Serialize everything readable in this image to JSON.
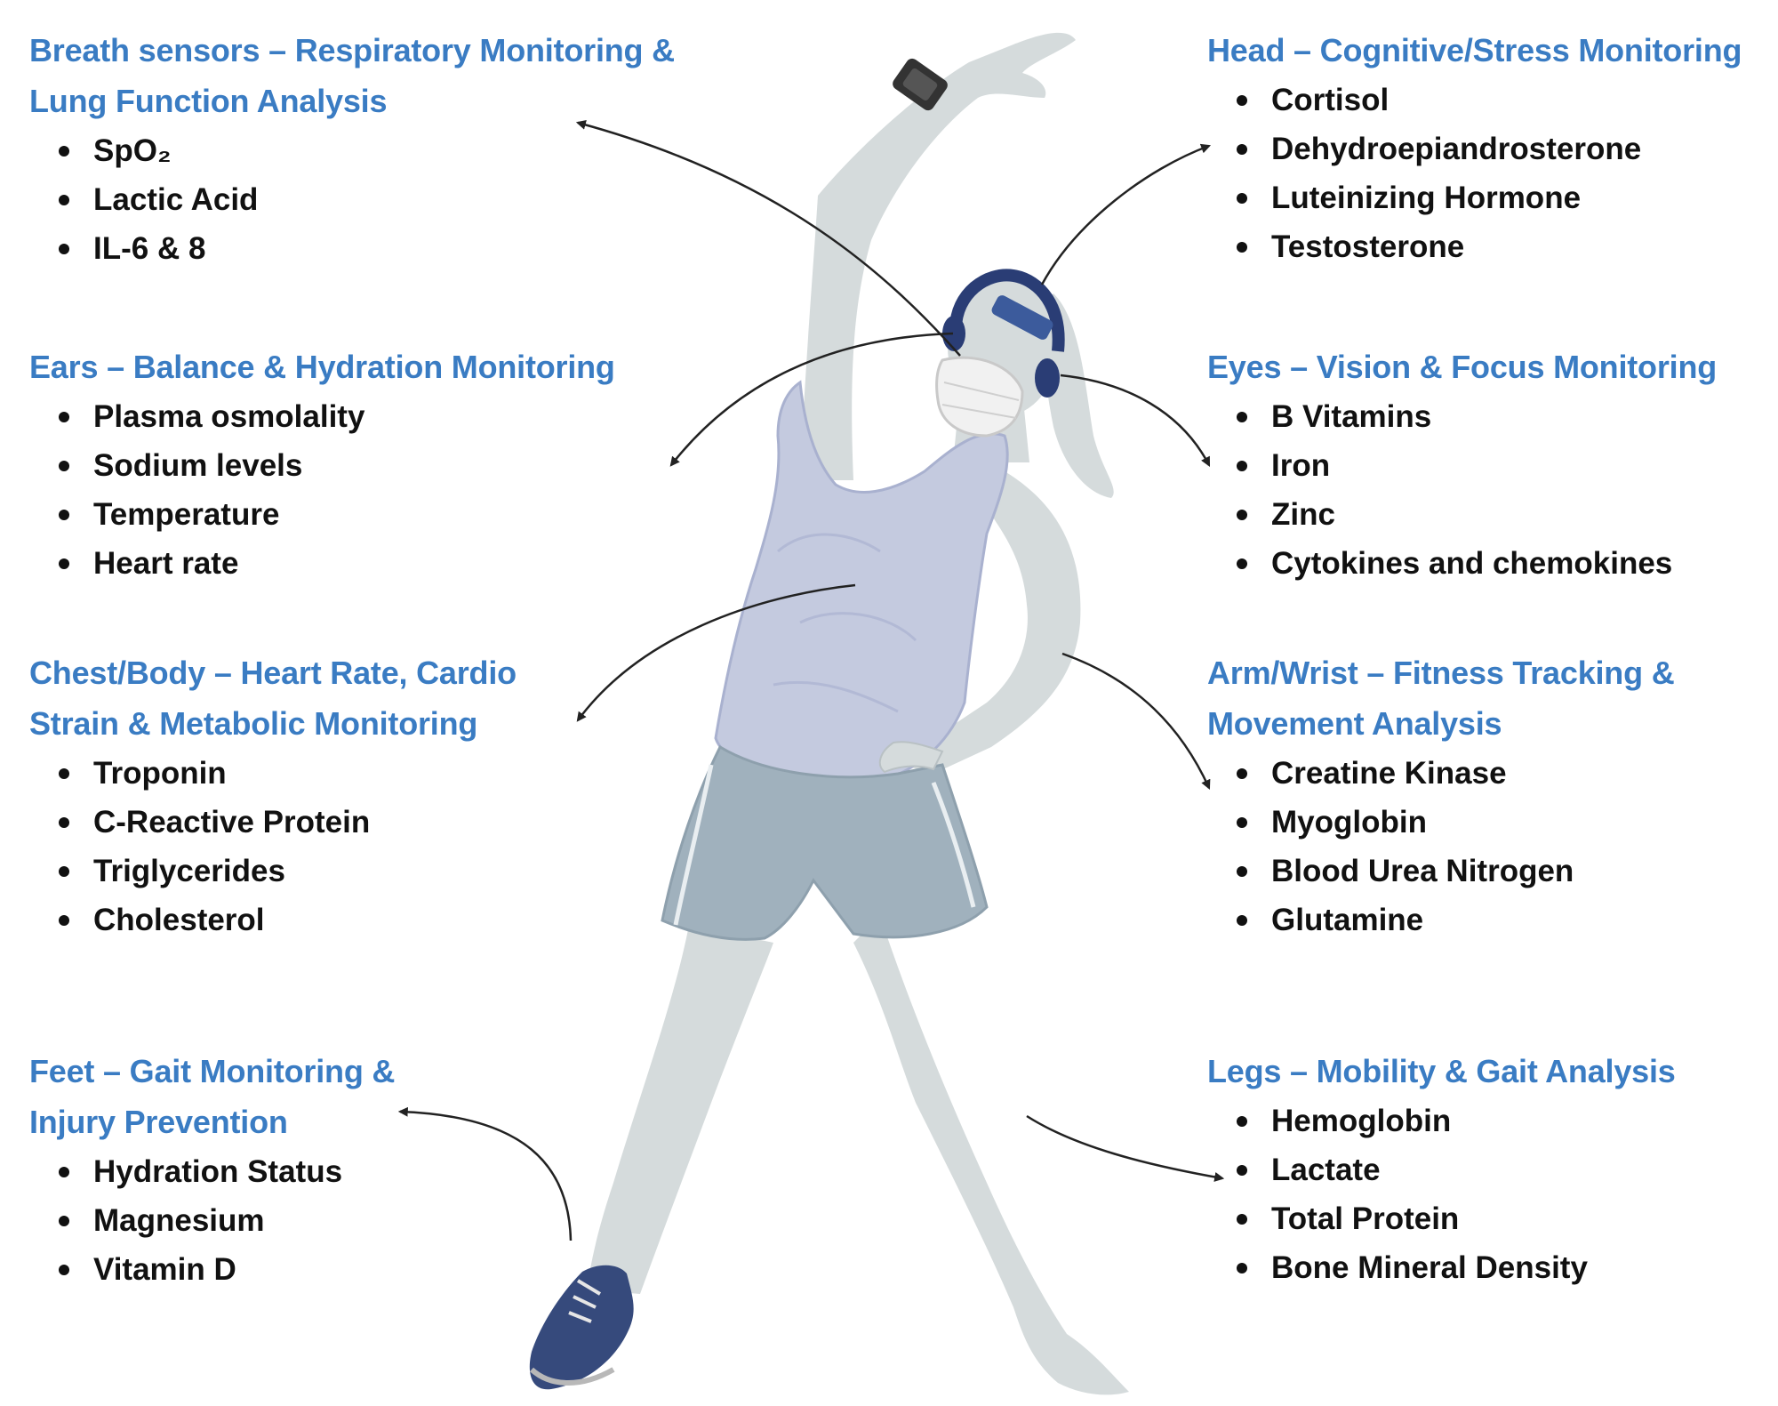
{
  "colors": {
    "heading": "#3a7cc3",
    "text": "#111111",
    "body": "#d5dbdc",
    "tank_top": "#c4cadf",
    "shorts": "#a0b1bd",
    "headset": "#2a3d75",
    "shoe": "#364a7c",
    "arrow": "#222222"
  },
  "icons": [
    "smartwatch-icon",
    "headset-icon",
    "face-mask-icon",
    "sneaker-icon"
  ],
  "panels": {
    "breath": {
      "title_line1": "Breath sensors – Respiratory Monitoring &",
      "title_line2": "Lung Function Analysis",
      "items": [
        "SpO₂",
        "Lactic Acid",
        "IL-6 & 8"
      ]
    },
    "ears": {
      "title_line1": "Ears – Balance & Hydration Monitoring",
      "items": [
        "Plasma osmolality",
        "Sodium levels",
        "Temperature",
        "Heart rate"
      ]
    },
    "chest": {
      "title_line1": "Chest/Body – Heart Rate, Cardio",
      "title_line2": "Strain & Metabolic Monitoring",
      "items": [
        "Troponin",
        "C-Reactive Protein",
        "Triglycerides",
        "Cholesterol"
      ]
    },
    "feet": {
      "title_line1": "Feet – Gait Monitoring &",
      "title_line2": "Injury Prevention",
      "items": [
        "Hydration Status",
        "Magnesium",
        "Vitamin D"
      ]
    },
    "head": {
      "title_line1": "Head – Cognitive/Stress Monitoring",
      "items": [
        "Cortisol",
        "Dehydroepiandrosterone",
        "Luteinizing Hormone",
        "Testosterone"
      ]
    },
    "eyes": {
      "title_line1": "Eyes – Vision & Focus Monitoring",
      "items": [
        "B Vitamins",
        "Iron",
        "Zinc",
        "Cytokines and chemokines"
      ]
    },
    "arm": {
      "title_line1": "Arm/Wrist – Fitness Tracking &",
      "title_line2": "Movement Analysis",
      "items": [
        "Creatine Kinase",
        "Myoglobin",
        "Blood Urea Nitrogen",
        "Glutamine"
      ]
    },
    "legs": {
      "title_line1": "Legs  – Mobility & Gait Analysis",
      "items": [
        "Hemoglobin",
        "Lactate",
        "Total Protein",
        "Bone Mineral Density"
      ]
    }
  }
}
